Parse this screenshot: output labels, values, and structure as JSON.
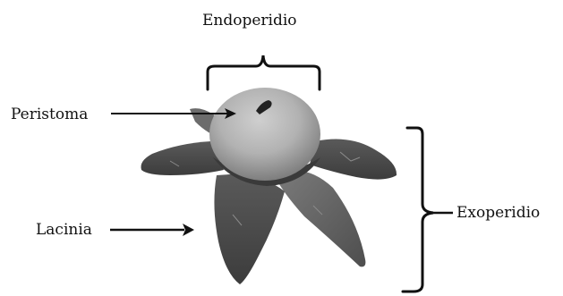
{
  "labels": {
    "endoperidio": "Endoperidio",
    "peristoma": "Peristoma",
    "lacinia": "Lacinia",
    "exoperidio": "Exoperidio"
  },
  "colors": {
    "text": "#111111",
    "lines": "#111111",
    "lacinia_dark": "#4a4a4a",
    "lacinia_mid": "#6a6a6a",
    "endoperidium": "#a8a8a8",
    "endoperidium_top": "#c4c4c4",
    "background": "#ffffff"
  }
}
